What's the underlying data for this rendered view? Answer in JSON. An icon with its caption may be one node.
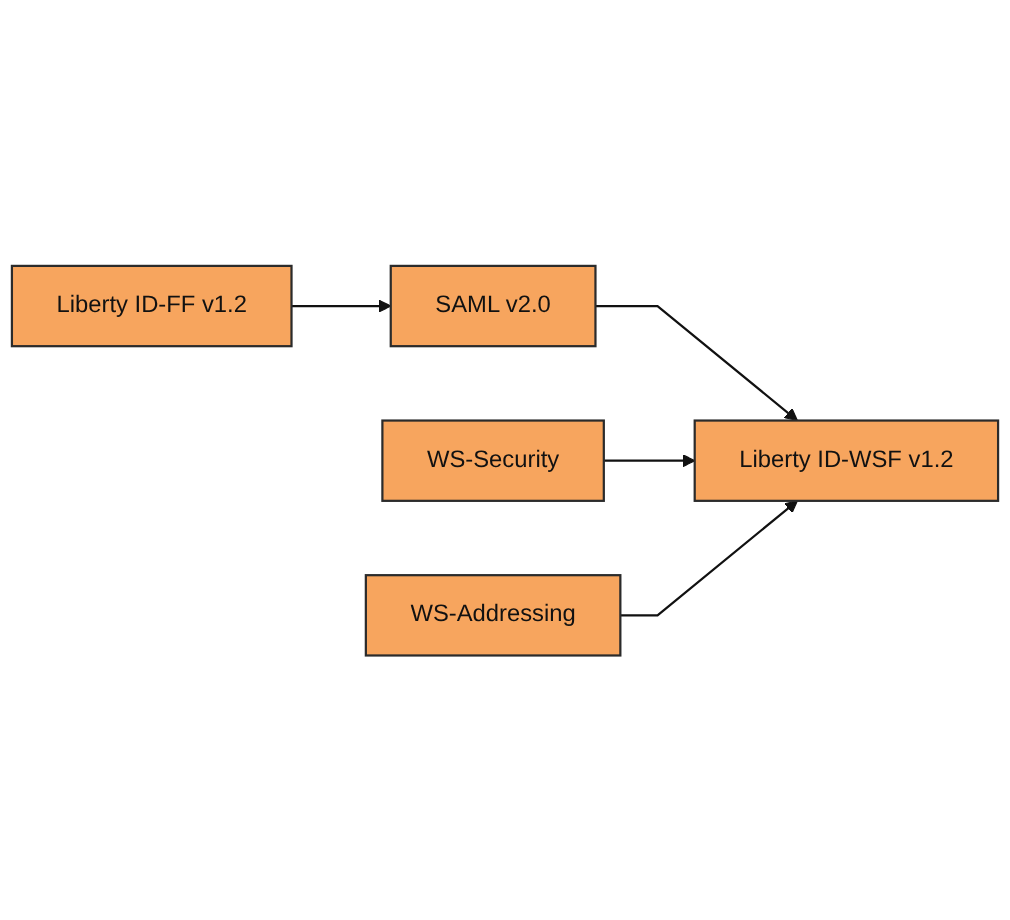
{
  "diagram": {
    "nodes": [
      {
        "text": [
          "SAML v2.0"
        ]
      },
      {
        "text": [
          "Liberty ID-FF v1.2"
        ]
      },
      {
        "text": [
          "Liberty ID-WSF v1.2"
        ]
      },
      {
        "text": [
          "WS-Security"
        ]
      },
      {
        "text": [
          "WS-Addressing"
        ]
      }
    ],
    "edges": [
      {
        "from": 1,
        "to": 0,
        "arrow": "to"
      },
      {
        "from": 0,
        "to": 2,
        "arrow": "to"
      },
      {
        "from": 3,
        "to": 2,
        "arrow": "to"
      },
      {
        "from": 4,
        "to": 2,
        "arrow": "to"
      }
    ]
  }
}
